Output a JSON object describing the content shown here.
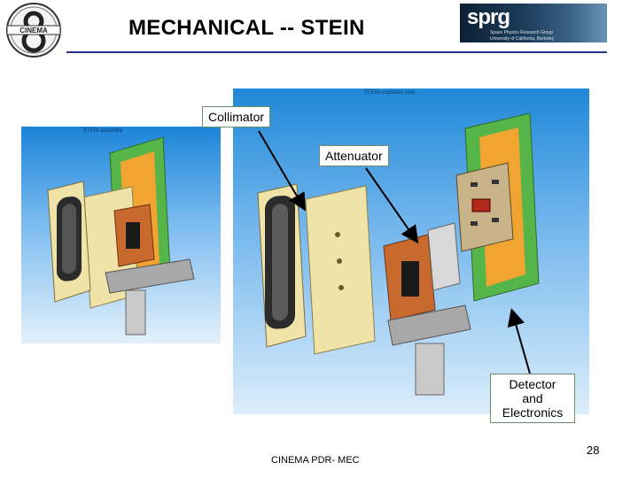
{
  "slide": {
    "title": "MECHANICAL -- STEIN",
    "page_number": "28",
    "footer": "CINEMA PDR- MEC"
  },
  "logos": {
    "left": {
      "text": "CINEMA",
      "icon": "cinema-logo-icon"
    },
    "right": {
      "brand": "sprg",
      "tagline_1": "Space Physics Research Group",
      "tagline_2": "University of California, Berkeley",
      "icon": "sprg-logo-icon"
    }
  },
  "panels": {
    "small": {
      "cad_title": "STEIN assembly"
    },
    "large": {
      "cad_title": "STEIN exploded view"
    }
  },
  "labels": {
    "collimator": "Collimator",
    "attenuator": "Attenuator",
    "detector": [
      "Detector",
      "and",
      "Electronics"
    ]
  },
  "colors": {
    "title_rule": "#2a2f8a",
    "sky_top": "#1f88d8",
    "green_board": "#55b548",
    "orange_part": "#e08a2a",
    "copper_part": "#c8692e",
    "frame_cream": "#efe3a8"
  }
}
